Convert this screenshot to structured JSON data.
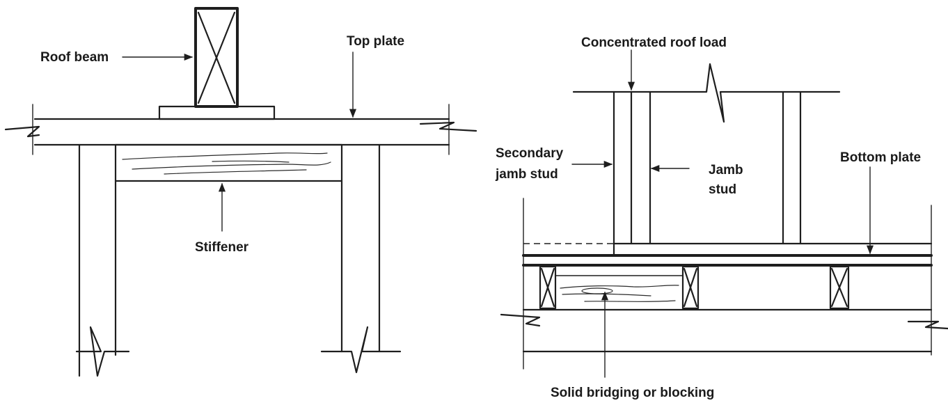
{
  "labels": {
    "roof_beam": "Roof beam",
    "top_plate": "Top plate",
    "stiffener": "Stiffener",
    "concentrated_roof_load": "Concentrated roof load",
    "secondary_jamb_stud_line1": "Secondary",
    "secondary_jamb_stud_line2": "jamb stud",
    "jamb_stud_line1": "Jamb",
    "jamb_stud_line2": "stud",
    "bottom_plate": "Bottom plate",
    "solid_bridging": "Solid bridging or blocking"
  }
}
